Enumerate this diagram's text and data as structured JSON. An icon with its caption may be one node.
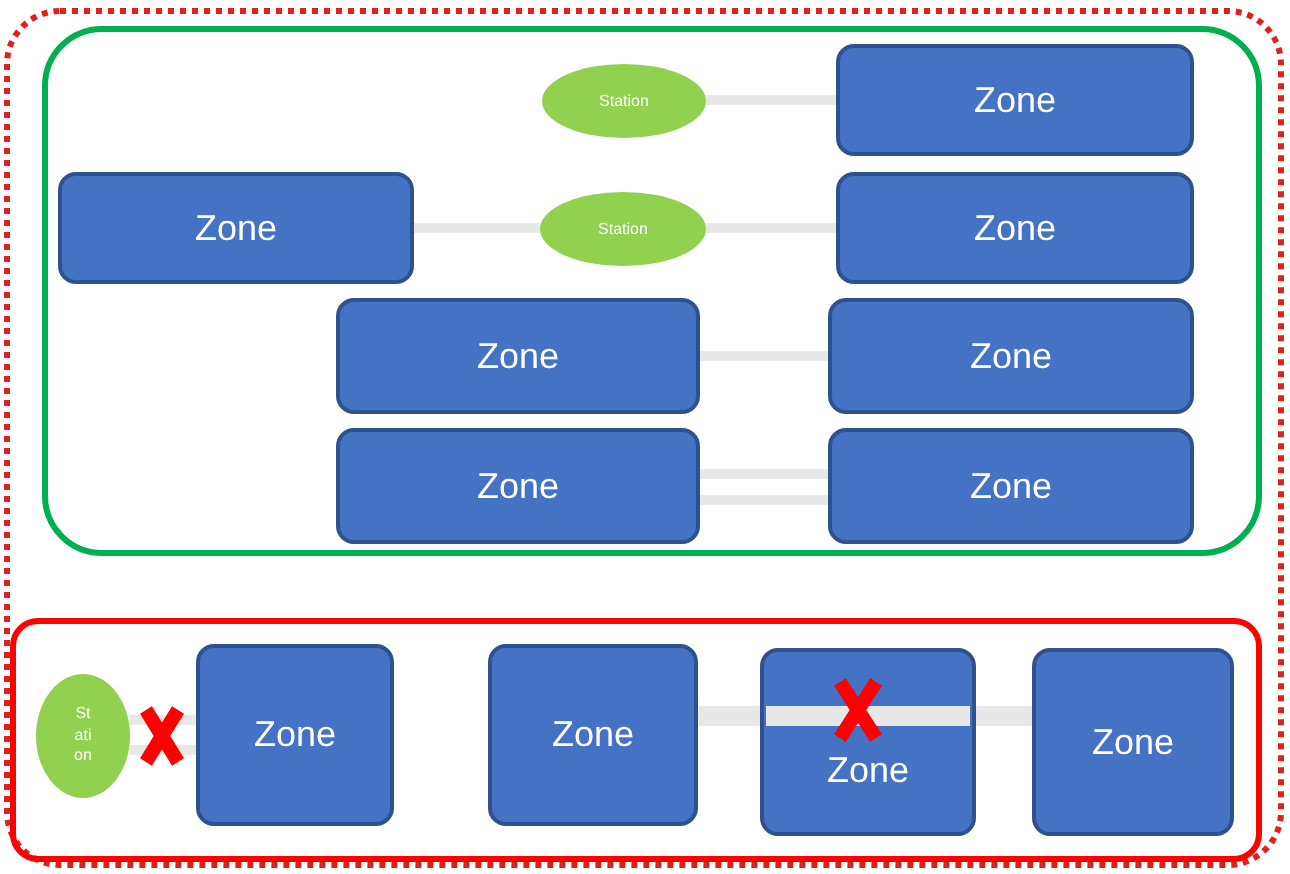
{
  "diagram": {
    "nodes": [
      {
        "text": [],
        "shape": "box"
      },
      {
        "text": [],
        "shape": "box",
        "in": 0
      },
      {
        "text": [
          "Station"
        ],
        "in": 1
      },
      {
        "text": [
          "Zone"
        ],
        "in": 1
      },
      {
        "text": [
          "Zone"
        ],
        "in": 1
      },
      {
        "text": [
          "Station"
        ],
        "in": 1
      },
      {
        "text": [
          "Zone"
        ],
        "in": 1
      },
      {
        "text": [
          "Zone"
        ],
        "in": 1
      },
      {
        "text": [
          "Zone"
        ],
        "in": 1
      },
      {
        "text": [
          "Zone"
        ],
        "in": 1
      },
      {
        "text": [
          "Zone"
        ],
        "in": 1
      },
      {
        "text": [],
        "shape": "box",
        "in": 0
      },
      {
        "text": [
          "Station"
        ],
        "in": 11
      },
      {
        "text": [
          "Zone"
        ],
        "in": 11
      },
      {
        "text": [
          "Zone"
        ],
        "in": 11
      },
      {
        "text": [
          "Zone"
        ],
        "in": 11
      },
      {
        "text": [
          "Zone"
        ],
        "in": 11
      }
    ],
    "edges": [
      {
        "from": 2,
        "to": 3,
        "arrow": "none"
      },
      {
        "from": 4,
        "to": 5,
        "arrow": "none"
      },
      {
        "from": 5,
        "to": 6,
        "arrow": "none"
      },
      {
        "from": 7,
        "to": 8,
        "arrow": "none"
      },
      {
        "from": 9,
        "to": 10,
        "arrow": "none"
      },
      {
        "from": 9,
        "to": 10,
        "arrow": "none"
      },
      {
        "from": 12,
        "to": 13,
        "arrow": "none"
      },
      {
        "from": 12,
        "to": 13,
        "arrow": "none"
      },
      {
        "from": 14,
        "to": 15,
        "arrow": "none",
        "style": "thick"
      },
      {
        "from": 15,
        "to": 16,
        "arrow": "none",
        "style": "thick"
      }
    ]
  }
}
